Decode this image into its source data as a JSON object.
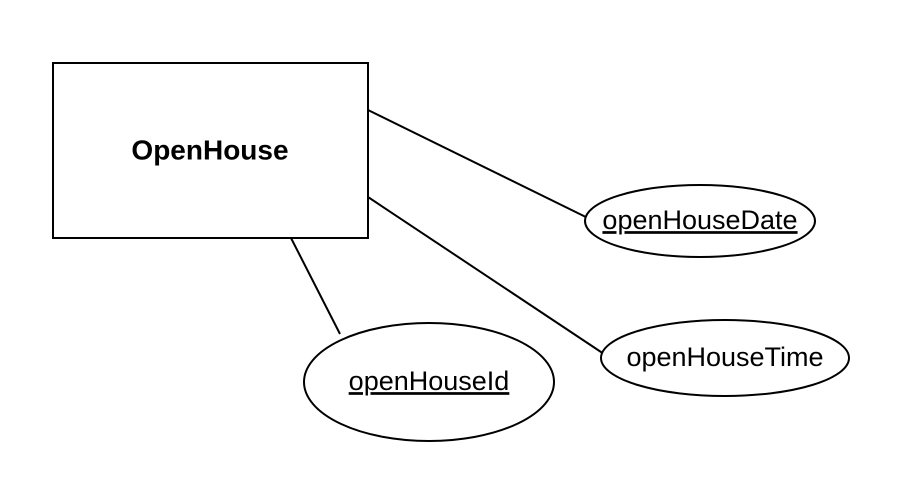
{
  "entity": {
    "name": "OpenHouse"
  },
  "attributes": [
    {
      "name": "openHouseDate",
      "is_key": true
    },
    {
      "name": "openHouseTime",
      "is_key": false
    },
    {
      "name": "openHouseId",
      "is_key": true
    }
  ],
  "colors": {
    "stroke": "#000000",
    "fill": "#ffffff"
  }
}
